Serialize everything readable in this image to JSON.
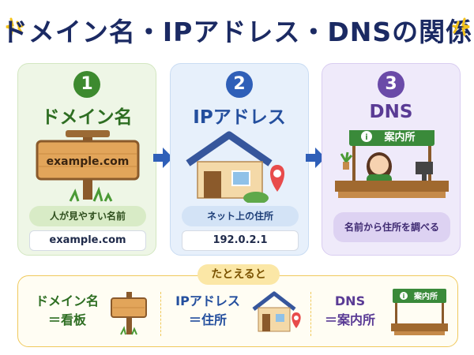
{
  "title": "ドメイン名・IPアドレス・DNSの関係",
  "cards": [
    {
      "number": "1",
      "title": "ドメイン名",
      "sign_text": "example.com",
      "description": "人が見やすい名前",
      "value": "example.com"
    },
    {
      "number": "2",
      "title": "IPアドレス",
      "description": "ネット上の住所",
      "value": "192.0.2.1"
    },
    {
      "number": "3",
      "title": "DNS",
      "booth_label": "案内所",
      "description": "名前から住所を調べる"
    }
  ],
  "analogy": {
    "label": "たとえると",
    "items": [
      {
        "term": "ドメイン名",
        "meaning": "＝看板"
      },
      {
        "term": "IPアドレス",
        "meaning": "＝住所"
      },
      {
        "term": "DNS",
        "meaning": "＝案内所",
        "booth_label": "案内所"
      }
    ]
  },
  "colors": {
    "title": "#1b2a63",
    "green": "#3d8a2f",
    "blue": "#2f5fb8",
    "purple": "#6a4aa8",
    "arrow": "#2f5fb8",
    "analogy_border": "#f0c95c"
  },
  "icons": [
    "sparkle-icon",
    "signboard-icon",
    "house-icon",
    "map-pin-icon",
    "info-icon",
    "arrow-right-icon"
  ]
}
